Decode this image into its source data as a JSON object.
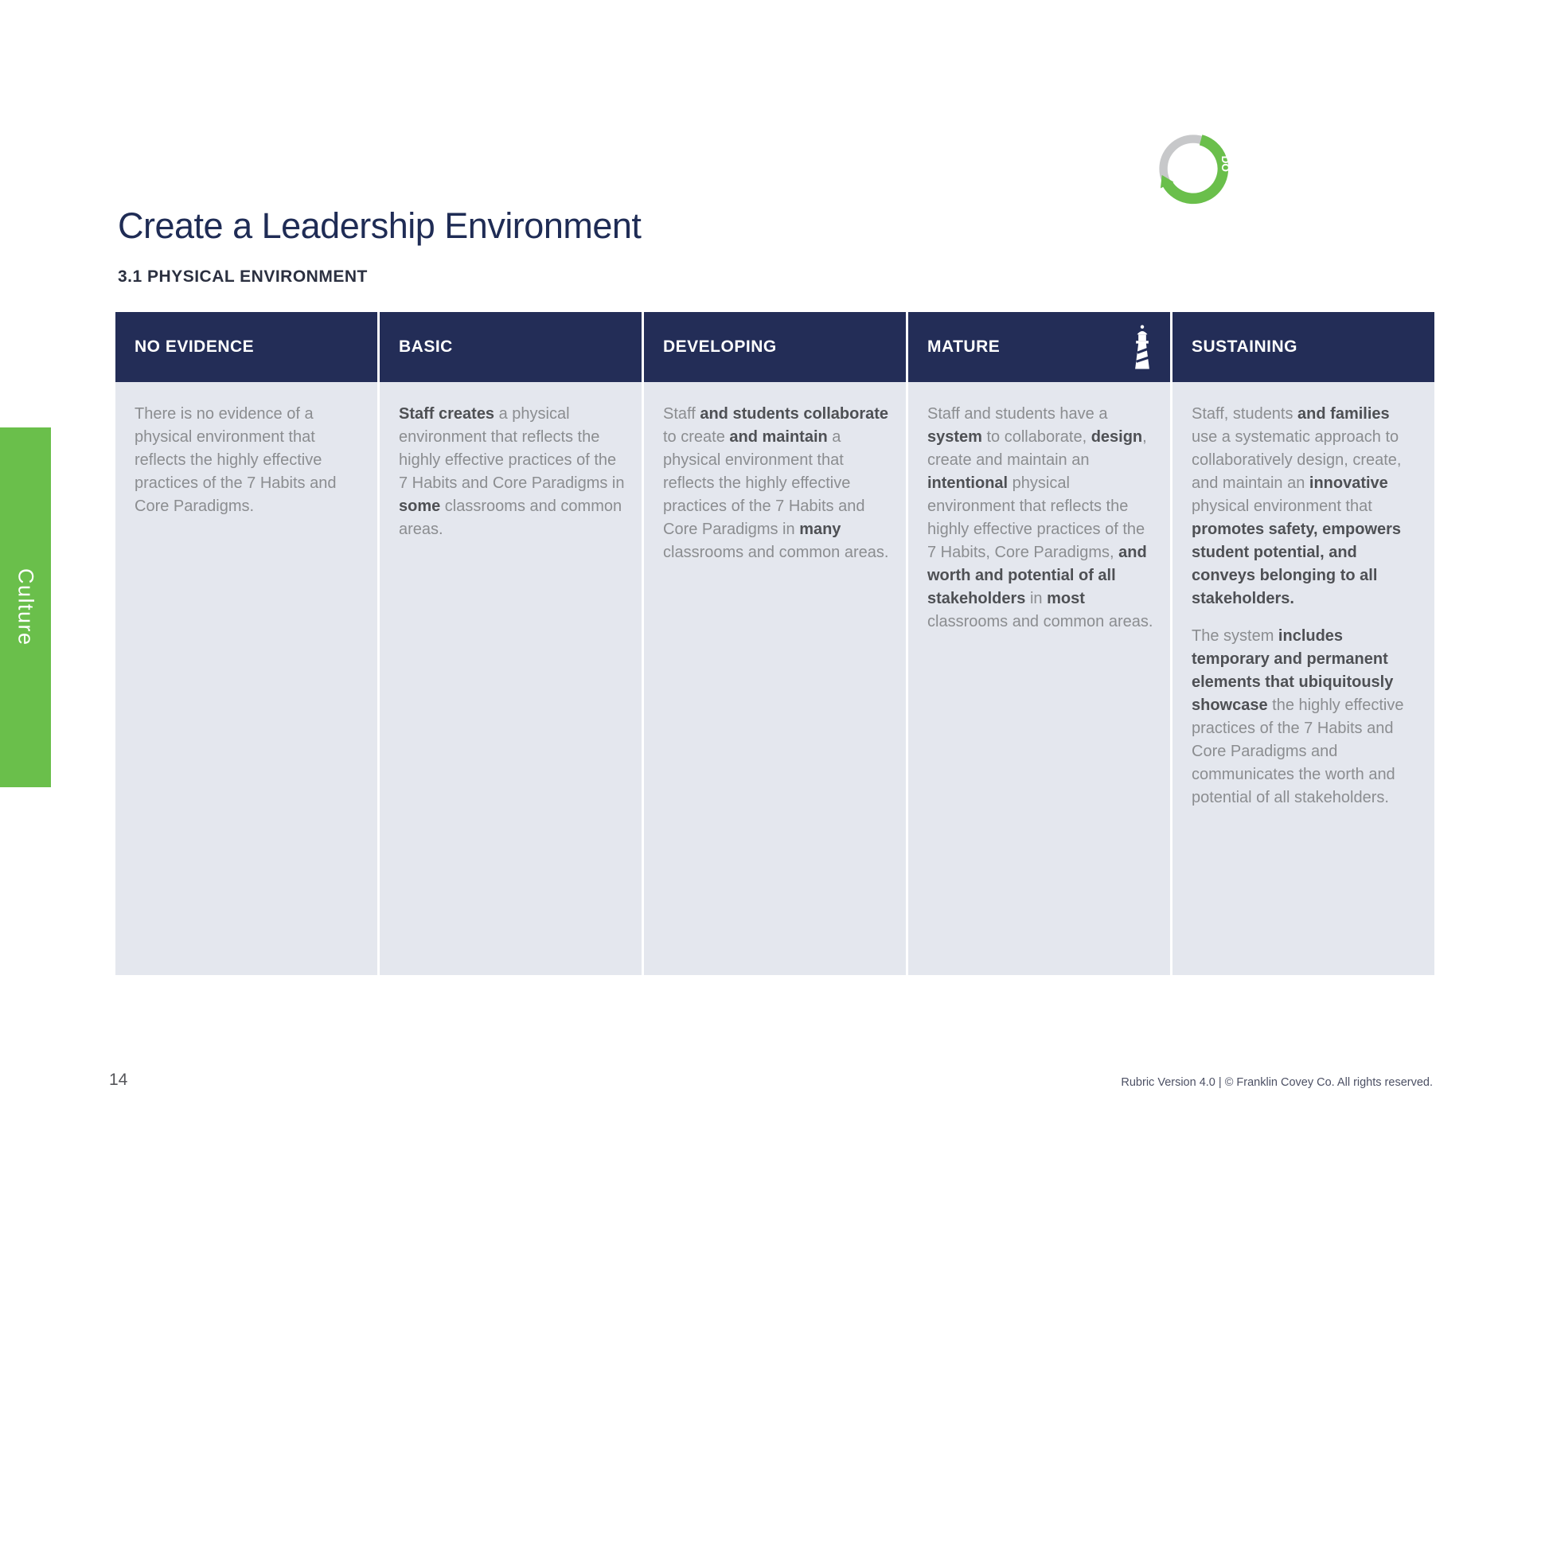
{
  "page": {
    "title": "Create a Leadership Environment",
    "subtitle": "3.1 PHYSICAL ENVIRONMENT",
    "side_tab": "Culture",
    "cycle_icon_label": "DO",
    "page_number": "14",
    "footer": "Rubric Version 4.0  |  © Franklin Covey Co. All rights reserved."
  },
  "colors": {
    "accent_green": "#6abf4b",
    "header_navy": "#232d57",
    "cell_background": "#e4e7ee",
    "title_navy": "#1f2c55",
    "body_text_gray": "#8b8d90",
    "bold_text_gray": "#4e5054",
    "ring_gray": "#c7c8ca"
  },
  "rubric": {
    "columns": [
      {
        "header": "NO EVIDENCE",
        "paragraphs": [
          [
            {
              "t": "There is no evidence of a physical environment that reflects the highly effective practices of the 7 Habits and Core Paradigms."
            }
          ]
        ]
      },
      {
        "header": "BASIC",
        "paragraphs": [
          [
            {
              "t": "Staff creates",
              "b": true
            },
            {
              "t": " a physical environment that reflects the highly effective practices of the 7 Habits and Core Paradigms in "
            },
            {
              "t": "some",
              "b": true
            },
            {
              "t": " classrooms and common areas."
            }
          ]
        ]
      },
      {
        "header": "DEVELOPING",
        "paragraphs": [
          [
            {
              "t": "Staff "
            },
            {
              "t": "and students collaborate",
              "b": true
            },
            {
              "t": " to create "
            },
            {
              "t": "and maintain",
              "b": true
            },
            {
              "t": " a physical environment that reflects the highly effective practices of the 7 Habits and Core Paradigms in "
            },
            {
              "t": "many",
              "b": true
            },
            {
              "t": " classrooms and common areas."
            }
          ]
        ]
      },
      {
        "header": "MATURE",
        "icon": "lighthouse-icon",
        "paragraphs": [
          [
            {
              "t": "Staff and students have a "
            },
            {
              "t": "system",
              "b": true
            },
            {
              "t": " to collaborate, "
            },
            {
              "t": "design",
              "b": true
            },
            {
              "t": ", create and maintain an "
            },
            {
              "t": "intentional",
              "b": true
            },
            {
              "t": " physical environment that reflects the highly effective practices of the 7 Habits, Core Paradigms, "
            },
            {
              "t": "and worth and potential of all stakeholders",
              "b": true
            },
            {
              "t": " in "
            },
            {
              "t": "most",
              "b": true
            },
            {
              "t": " classrooms and common areas."
            }
          ]
        ]
      },
      {
        "header": "SUSTAINING",
        "paragraphs": [
          [
            {
              "t": "Staff, students "
            },
            {
              "t": "and families",
              "b": true
            },
            {
              "t": " use a systematic approach to collaboratively design, create, and maintain an "
            },
            {
              "t": "innovative",
              "b": true
            },
            {
              "t": " physical environment that "
            },
            {
              "t": "promotes safety, empowers student potential, and conveys belonging to all stakeholders.",
              "b": true
            }
          ],
          [
            {
              "t": "The system "
            },
            {
              "t": "includes temporary and permanent elements that ubiquitously showcase",
              "b": true
            },
            {
              "t": " the highly effective practices of the 7 Habits and Core Paradigms and communicates the worth and potential of all stakeholders."
            }
          ]
        ]
      }
    ]
  }
}
